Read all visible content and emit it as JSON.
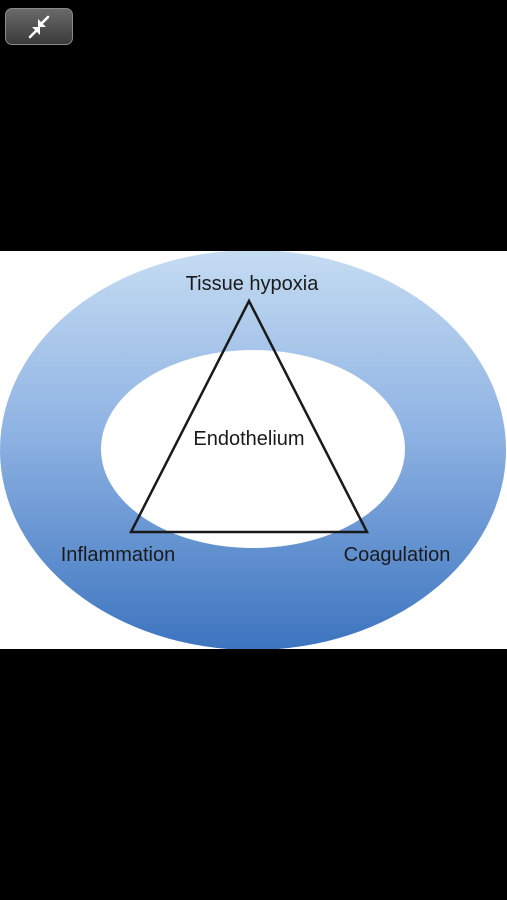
{
  "toolbar": {
    "exit_fullscreen_icon": "collapse-arrows-icon"
  },
  "figure": {
    "center_label": "Endothelium",
    "vertices": {
      "top": "Tissue hypoxia",
      "left": "Inflammation",
      "right": "Coagulation"
    },
    "colors": {
      "background": "#000000",
      "panel": "#ffffff",
      "ring_light": "#c5dcf2",
      "ring_dark": "#3c74bf",
      "triangle_stroke": "#1a1a1a"
    }
  }
}
